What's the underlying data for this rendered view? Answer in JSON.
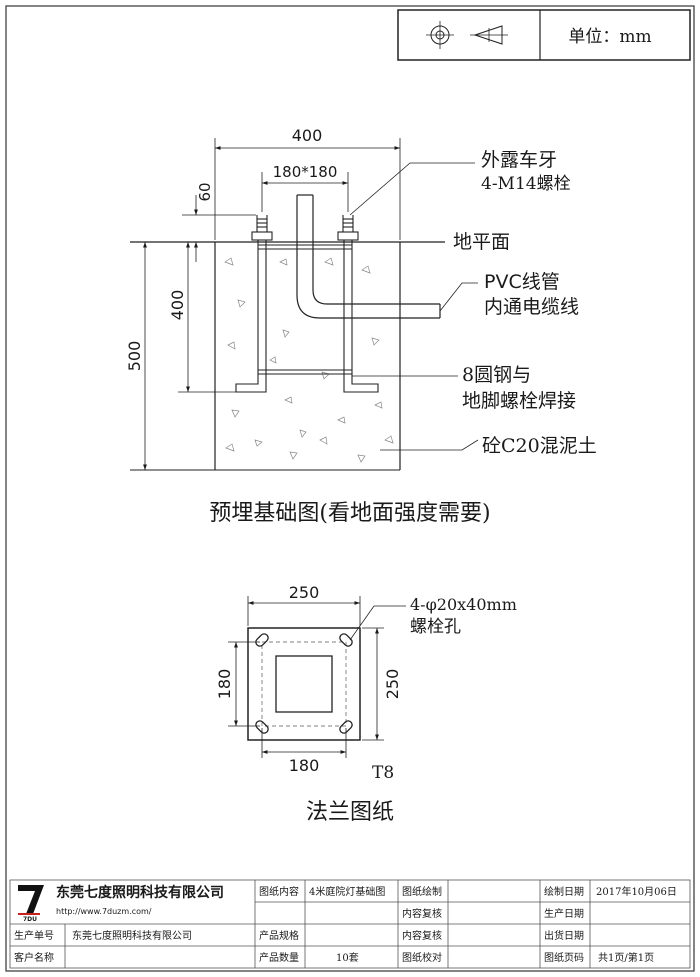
{
  "header": {
    "unit_label": "单位：mm"
  },
  "foundation": {
    "caption": "预埋基础图(看地面强度需要)",
    "dim_width": "400",
    "dim_bolt_spacing": "180*180",
    "dim_protrusion": "60",
    "dim_bolt_depth": "400",
    "dim_total_depth": "500",
    "callout_thread_1": "外露车牙",
    "callout_thread_2": "4-M14螺栓",
    "callout_ground": "地平面",
    "callout_pvc_1": "PVC线管",
    "callout_pvc_2": "内通电缆线",
    "callout_steel_1": "8圆钢与",
    "callout_steel_2": "地脚螺栓焊接",
    "callout_concrete": "砼C20混泥土"
  },
  "flange": {
    "caption": "法兰图纸",
    "dim_top": "250",
    "dim_left": "180",
    "dim_right": "250",
    "dim_bottom": "180",
    "callout_hole_1": "4-φ20x40mm",
    "callout_hole_2": "螺栓孔",
    "thickness": "T8"
  },
  "title_block": {
    "company_name": "东莞七度照明科技有限公司",
    "logo_text": "7DU",
    "website": "http://www.7duzm.com/",
    "row1": {
      "l1": "图纸内容",
      "v1": "4米庭院灯基础图",
      "l2": "图纸绘制",
      "v2": "",
      "l3": "绘制日期",
      "v3": "2017年10月06日"
    },
    "row2": {
      "l2": "内容复核",
      "v2": "",
      "l3": "生产日期",
      "v3": ""
    },
    "row3": {
      "l0": "生产单号",
      "v0": "东莞七度照明科技有限公司",
      "l1": "产品规格",
      "v1": "",
      "l2": "内容复核",
      "v2": "",
      "l3": "出货日期",
      "v3": ""
    },
    "row4": {
      "l0": "客户名称",
      "v0": "",
      "l1": "产品数量",
      "v1": "10套",
      "l2": "图纸校对",
      "v2": "",
      "l3": "图纸页码",
      "v3": "共1页/第1页"
    }
  }
}
